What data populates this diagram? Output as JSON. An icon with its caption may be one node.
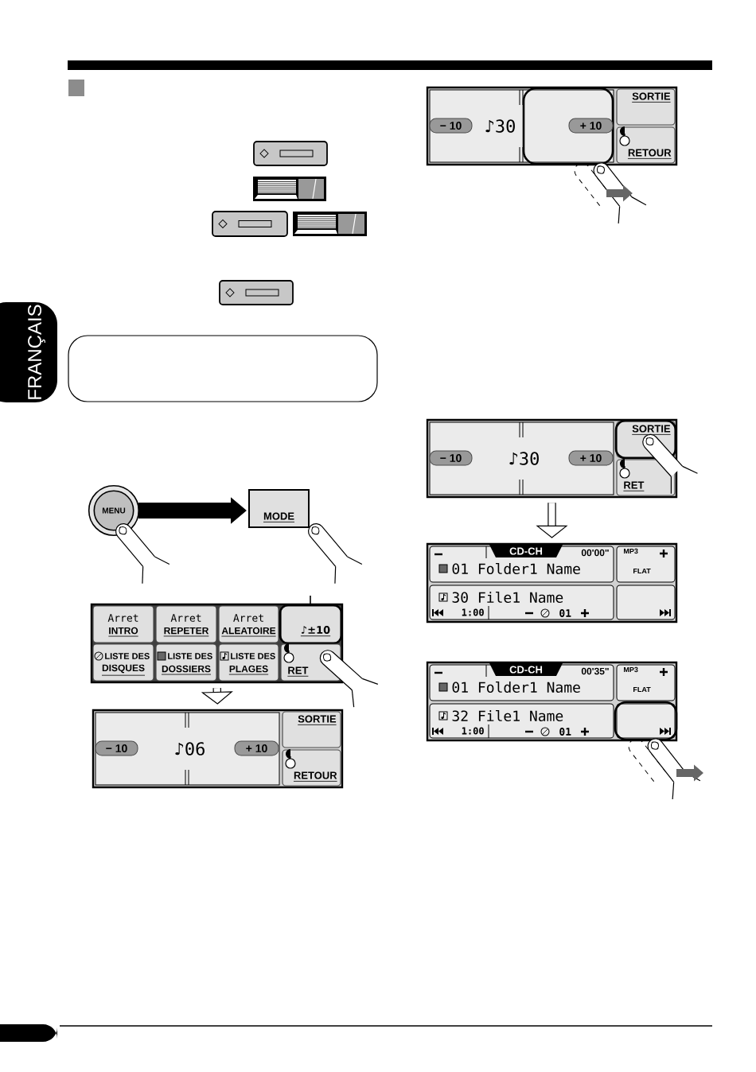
{
  "diagram": {
    "nodes": [
      {
        "text": [
          "MENU"
        ]
      },
      {
        "text": [
          "MODE"
        ]
      },
      {
        "text": [],
        "shape": "box"
      },
      {
        "text": [
          "Arret",
          "INTRO"
        ],
        "in": 2
      },
      {
        "text": [
          "Arret",
          "REPETER"
        ],
        "in": 2
      },
      {
        "text": [
          "Arret",
          "ALEATOIRE"
        ],
        "in": 2
      },
      {
        "text": [
          "♪±10"
        ],
        "in": 2
      },
      {
        "text": [
          "LISTE DES",
          "DISQUES"
        ],
        "in": 2
      },
      {
        "text": [
          "LISTE DES",
          "DOSSIERS"
        ],
        "in": 2
      },
      {
        "text": [
          "LISTE DES",
          "PLAGES"
        ],
        "in": 2
      },
      {
        "text": [
          "RET"
        ],
        "in": 2
      },
      {
        "text": [
          "♪06"
        ]
      },
      {
        "text": [
          "− 10"
        ],
        "in": 11
      },
      {
        "text": [
          "+ 10"
        ],
        "in": 11
      },
      {
        "text": [
          "SORTIE"
        ],
        "in": 11
      },
      {
        "text": [
          "RETOUR"
        ],
        "in": 11
      },
      {
        "text": [
          "♪30"
        ]
      },
      {
        "text": [
          "− 10"
        ],
        "in": 16
      },
      {
        "text": [
          "+ 10"
        ],
        "in": 16
      },
      {
        "text": [
          "SORTIE"
        ],
        "in": 16
      },
      {
        "text": [
          "RETOUR"
        ],
        "in": 16
      },
      {
        "text": [
          "♪30"
        ]
      },
      {
        "text": [
          "− 10"
        ],
        "in": 21
      },
      {
        "text": [
          "+ 10"
        ],
        "in": 21
      },
      {
        "text": [
          "SORTIE"
        ],
        "in": 21
      },
      {
        "text": [
          "RET"
        ],
        "in": 21
      },
      {
        "text": [
          "CD-CH",
          "00'00\"",
          "MP3",
          "01 Folder1 Name",
          "FLAT",
          "30 File1 Name",
          "1:00",
          "01"
        ]
      },
      {
        "text": [
          "CD-CH",
          "00'35\"",
          "MP3",
          "01 Folder1 Name",
          "FLAT",
          "32 File1 Name",
          "1:00",
          "01"
        ]
      },
      {
        "text": [],
        "shape": "box"
      }
    ],
    "edges": [
      {
        "from": 0,
        "to": 1,
        "arrow": "to",
        "style": "thick"
      },
      {
        "from": 2,
        "to": 11,
        "arrow": "to"
      },
      {
        "from": 21,
        "to": 26,
        "arrow": "to"
      },
      {
        "from": null,
        "to": 6,
        "arrow": "none"
      }
    ],
    "labels": [
      "FRANÇAIS"
    ]
  }
}
